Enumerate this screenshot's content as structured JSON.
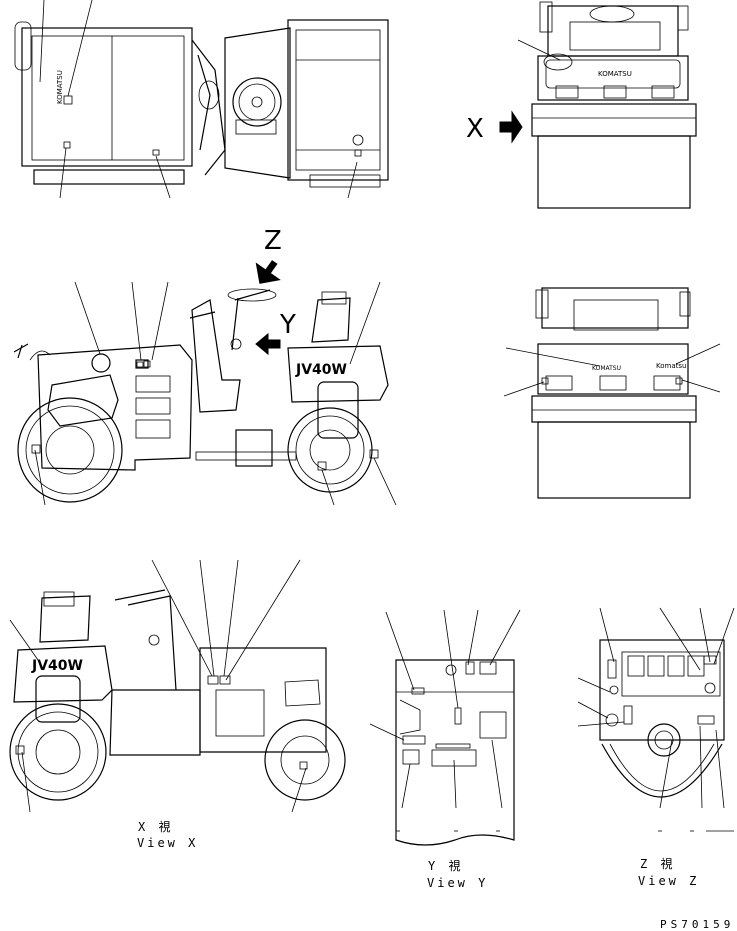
{
  "markers": {
    "x": "X",
    "y": "Y",
    "z": "Z"
  },
  "model_mark": "JV40W",
  "brand_mark": "KOMATSU",
  "views": {
    "x": {
      "kanji": "X 視",
      "label": "View X"
    },
    "y": {
      "kanji": "Y 視",
      "label": "View Y"
    },
    "z": {
      "kanji": "Z 視",
      "label": "View Z"
    }
  },
  "drawing_code": "PS70159",
  "icons": [
    "arrow-right-icon",
    "arrow-down-icon",
    "arrow-left-icon"
  ]
}
